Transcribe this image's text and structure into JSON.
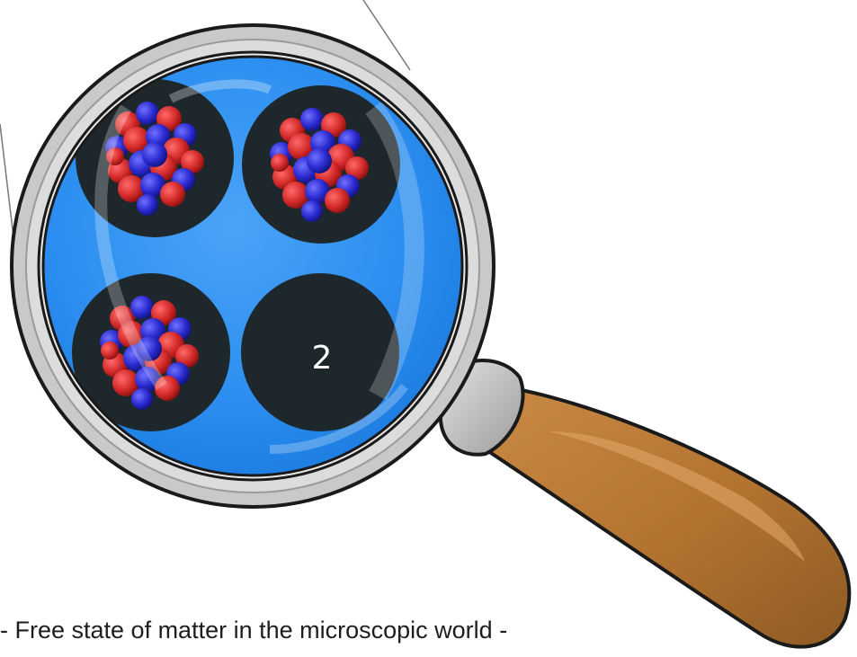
{
  "caption": "- Free state of matter in the microscopic world -",
  "panels": [
    {
      "id": "top-left",
      "content": "nucleus"
    },
    {
      "id": "top-right",
      "content": "nucleus"
    },
    {
      "id": "bottom-left",
      "content": "nucleus"
    },
    {
      "id": "bottom-right",
      "content": "number",
      "label": "2"
    }
  ],
  "icons": {
    "magnifier": "magnifying-glass-icon",
    "nucleus": "atomic-nucleus-icon"
  },
  "colors": {
    "lens": "#2e8ff0",
    "rim": "#c9c9c9",
    "panel": "#1e272b",
    "handle": "#b97a35",
    "proton": "#d42a2a",
    "neutron": "#2a2ad0",
    "caption": "#1e1e1e"
  }
}
